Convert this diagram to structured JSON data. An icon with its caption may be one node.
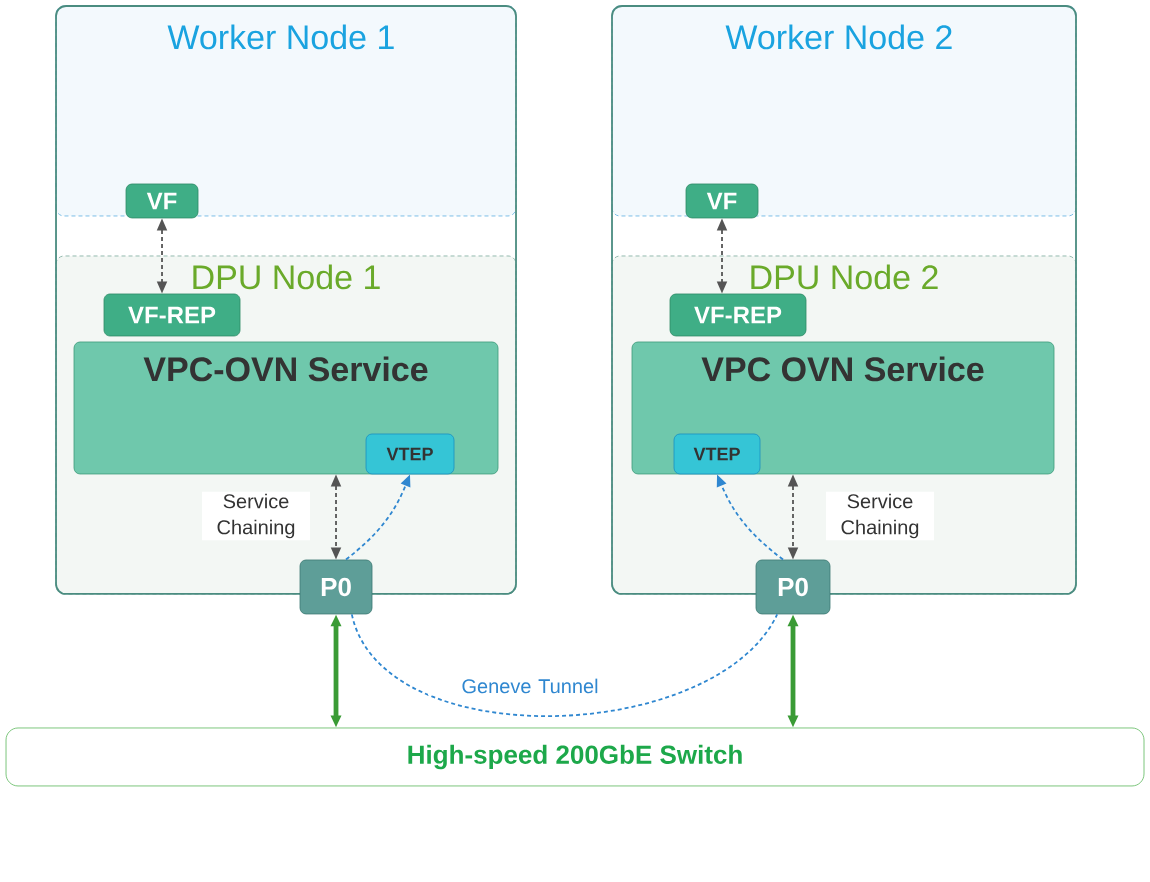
{
  "diagram": {
    "nodes": [
      {
        "text": [
          "Worker Node 1"
        ]
      },
      {
        "text": [
          "VF"
        ],
        "in": 0
      },
      {
        "text": [
          "DPU Node 1"
        ]
      },
      {
        "text": [
          "VF-REP"
        ],
        "in": 2
      },
      {
        "text": [
          "VPC-OVN Service"
        ],
        "in": 2
      },
      {
        "text": [
          "VTEP"
        ],
        "in": 4
      },
      {
        "text": [
          "P0"
        ]
      },
      {
        "text": [
          "Worker Node 2"
        ]
      },
      {
        "text": [
          "VF"
        ],
        "in": 7
      },
      {
        "text": [
          "DPU Node 2"
        ]
      },
      {
        "text": [
          "VF-REP"
        ],
        "in": 9
      },
      {
        "text": [
          "VPC OVN Service"
        ],
        "in": 9
      },
      {
        "text": [
          "VTEP"
        ],
        "in": 11
      },
      {
        "text": [
          "P0"
        ]
      },
      {
        "text": [
          "High-speed 200GbE Switch"
        ]
      }
    ],
    "edges": [
      {
        "from": 1,
        "to": 3,
        "arrow": "both",
        "style": "dashed"
      },
      {
        "from": 4,
        "to": 6,
        "arrow": "both",
        "style": "dashed",
        "label": "Service Chaining"
      },
      {
        "from": 6,
        "to": 5,
        "arrow": "to",
        "style": "dashed",
        "color": "#2f87d0"
      },
      {
        "from": 6,
        "to": 14,
        "arrow": "both",
        "style": "thick",
        "color": "#3a9b35"
      },
      {
        "from": 8,
        "to": 10,
        "arrow": "both",
        "style": "dashed"
      },
      {
        "from": 11,
        "to": 13,
        "arrow": "both",
        "style": "dashed",
        "label": "Service Chaining"
      },
      {
        "from": 13,
        "to": 12,
        "arrow": "to",
        "style": "dashed",
        "color": "#2f87d0"
      },
      {
        "from": 13,
        "to": 14,
        "arrow": "both",
        "style": "thick",
        "color": "#3a9b35"
      },
      {
        "from": 6,
        "to": 13,
        "arrow": "none",
        "style": "dashed",
        "color": "#2f87d0",
        "label": "Geneve Tunnel"
      }
    ]
  }
}
